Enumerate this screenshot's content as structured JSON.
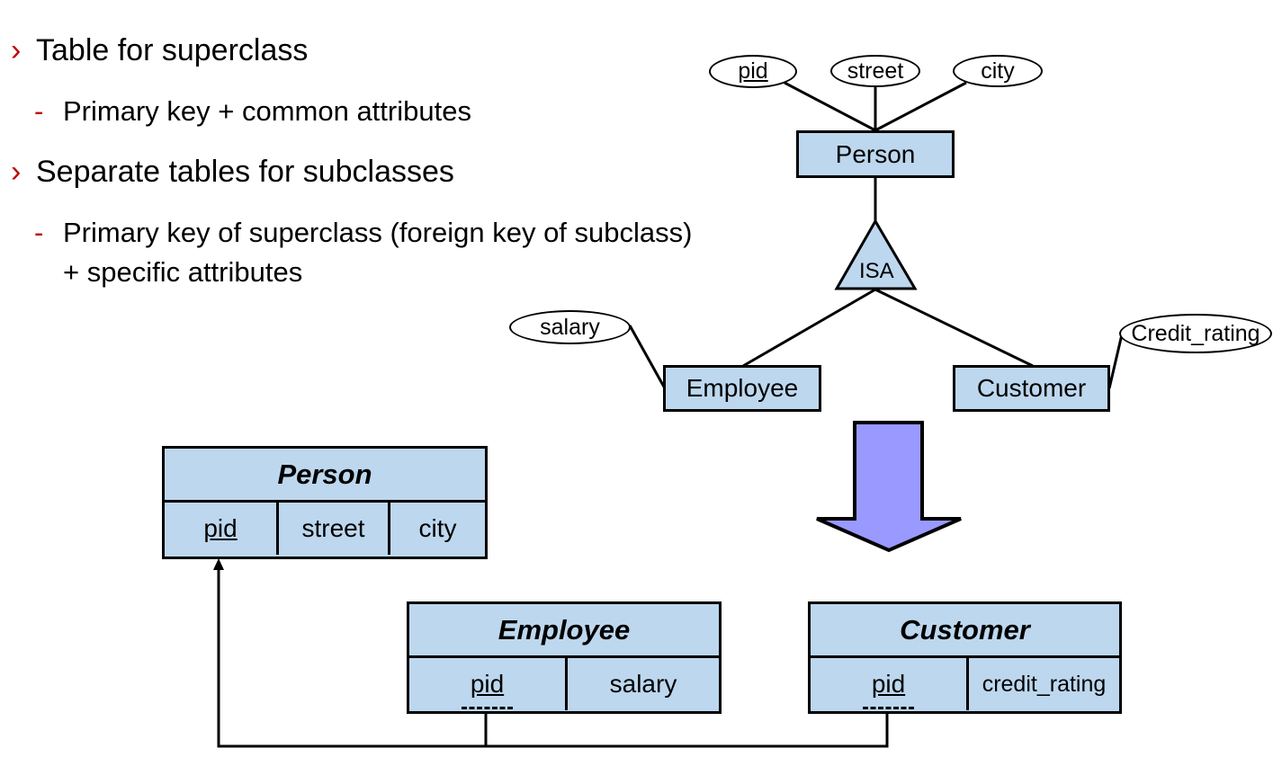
{
  "bullets": [
    {
      "text": "Table for superclass",
      "sub": [
        "Primary key + common attributes"
      ]
    },
    {
      "text": "Separate tables for subclasses",
      "sub": [
        "Primary key of superclass (foreign key of subclass)",
        "+ specific attributes"
      ]
    }
  ],
  "markers": {
    "level1": "›",
    "level2": "-"
  },
  "er": {
    "entities": {
      "person": "Person",
      "employee": "Employee",
      "customer": "Customer"
    },
    "attributes": {
      "pid": "pid",
      "street": "street",
      "city": "city",
      "salary": "salary",
      "credit_rating": "Credit_rating"
    },
    "isa": "ISA"
  },
  "relations": {
    "person": {
      "name": "Person",
      "columns": [
        "pid",
        "street",
        "city"
      ]
    },
    "employee": {
      "name": "Employee",
      "columns": [
        "pid",
        "salary"
      ]
    },
    "customer": {
      "name": "Customer",
      "columns": [
        "pid",
        "credit_rating"
      ]
    }
  },
  "colors": {
    "box_fill": "#bdd7ee",
    "arrow_fill": "#9999ff",
    "marker": "#c00000"
  }
}
